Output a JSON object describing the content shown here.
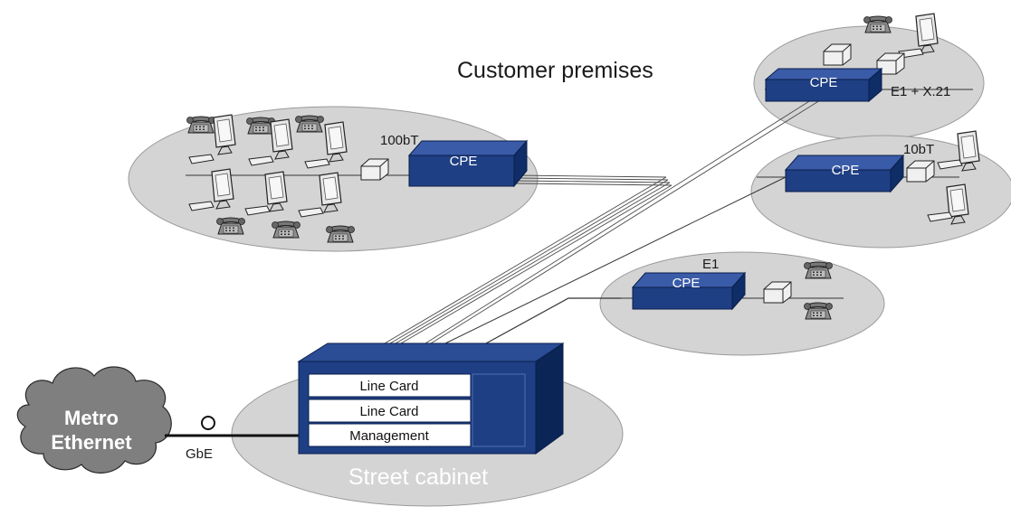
{
  "labels": {
    "customer_premises": "Customer premises",
    "street_cabinet": "Street cabinet",
    "cpe": "CPE",
    "link_100bt": "100bT",
    "link_10bt": "10bT",
    "link_e1": "E1",
    "link_e1_x21": "E1 + X.21",
    "gbe": "GbE",
    "metro_ethernet_line1": "Metro",
    "metro_ethernet_line2": "Ethernet"
  },
  "cabinet": {
    "cards": [
      "Line Card",
      "Line Card",
      "Management"
    ]
  },
  "colors": {
    "cpe_blue": "#1f3f84",
    "cabinet_navy": "#0f2d66",
    "ellipse_gray": "#d4d4d4",
    "cloud_gray": "#7f7f7f",
    "line_dark": "#1a1a1a"
  },
  "icons": [
    "telephone-icon",
    "computer-monitor-icon",
    "keyboard-icon",
    "terminal-adapter-icon"
  ]
}
